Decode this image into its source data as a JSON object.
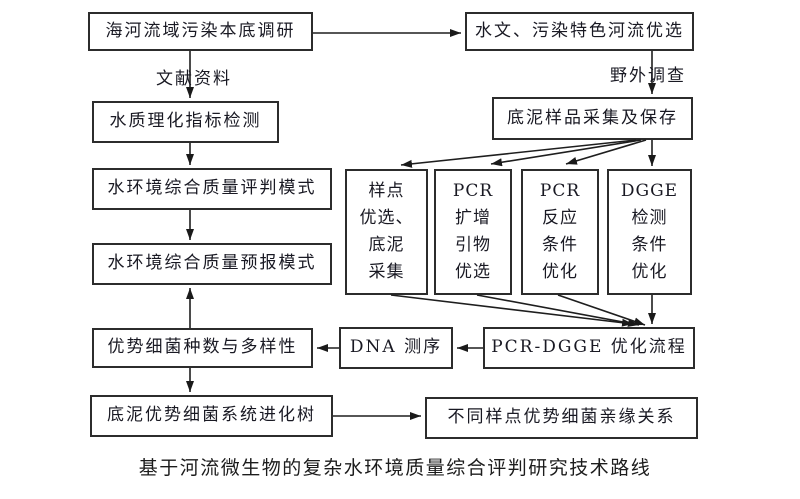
{
  "diagram": {
    "caption": "基于河流微生物的复杂水环境质量综合评判研究技术路线",
    "edge_labels": {
      "literature": "文献资料",
      "field_survey": "野外调查"
    },
    "nodes": {
      "survey": "海河流域污染本底调研",
      "river_selection": "水文、污染特色河流优选",
      "phys_test": "水质理化指标检测",
      "eval_model": "水环境综合质量评判模式",
      "forecast_model": "水环境综合质量预报模式",
      "diversity": "优势细菌种数与多样性",
      "phylo_tree": "底泥优势细菌系统进化树",
      "sediment_sampling": "底泥样品采集及保存",
      "site_selection": "样点\n优选、\n底泥\n采集",
      "pcr_primer": "PCR\n扩增\n引物\n优选",
      "pcr_condition": "PCR\n反应\n条件\n优化",
      "dgge_condition": "DGGE\n检测\n条件\n优化",
      "pcr_dgge": "PCR-DGGE 优化流程",
      "dna_seq": "DNA 测序",
      "kinship": "不同样点优势细菌亲缘关系"
    }
  }
}
